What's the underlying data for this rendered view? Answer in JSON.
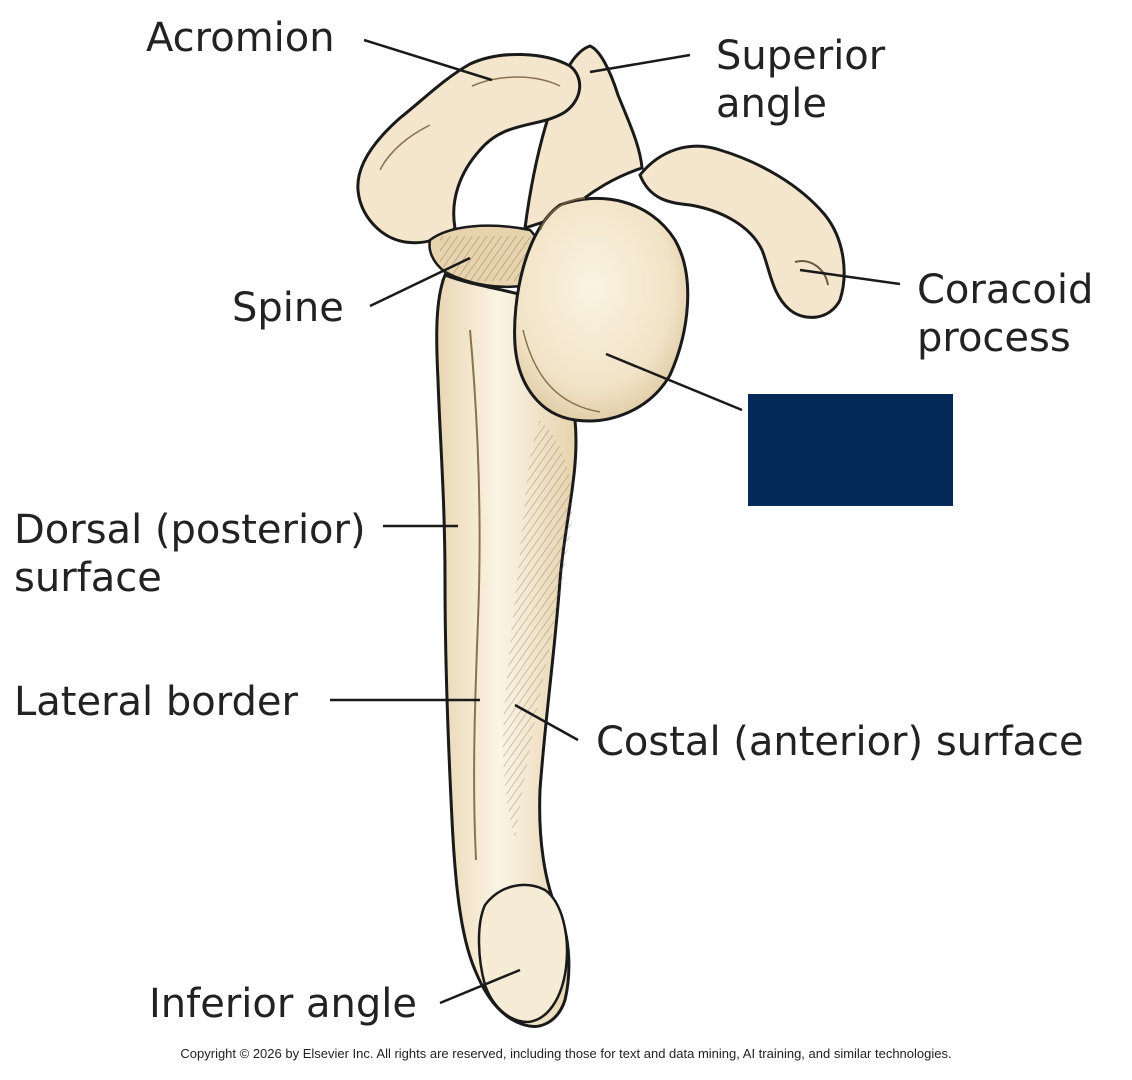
{
  "labels": {
    "acromion": "Acromion",
    "superior_angle": [
      "Superior",
      "angle"
    ],
    "coracoid_process": [
      "Coracoid",
      "process"
    ],
    "spine": "Spine",
    "dorsal_surface": [
      "Dorsal (posterior)",
      "surface"
    ],
    "lateral_border": "Lateral border",
    "costal_surface": "Costal (anterior) surface",
    "inferior_angle": "Inferior angle"
  },
  "hidden_label_box": {
    "color": "#052a57"
  },
  "bone_color": "#f3e6cc",
  "copyright": "Copyright © 2026 by Elsevier Inc. All rights are reserved, including those for text and data mining, AI training, and similar technologies."
}
